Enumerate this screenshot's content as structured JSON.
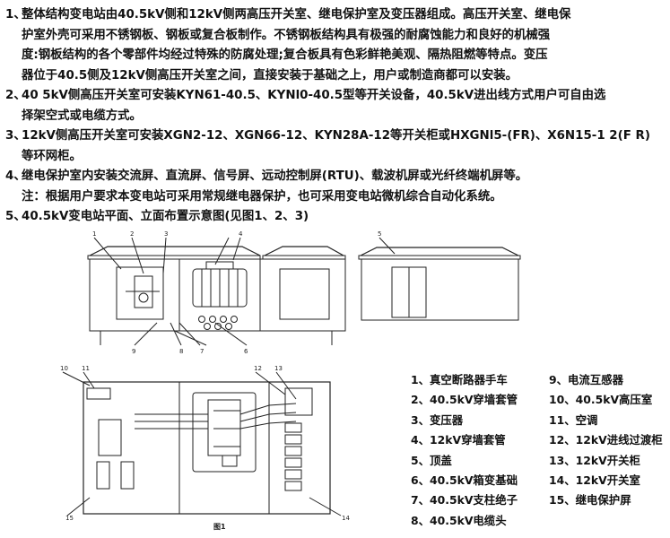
{
  "paragraphs": [
    {
      "num": "1、",
      "lines": [
        "整体结构变电站由40.5kV侧和12kV侧两高压开关室、继电保护室及变压器组成。高压开关室、继电保",
        "护室外壳可采用不锈钢板、钢板或复合板制作。不锈钢板结构具有极强的耐腐蚀能力和良好的机械强",
        "度:钢板结构的各个零部件均经过特殊的防腐处理;复合板具有色彩鲜艳美观、隔热阻燃等特点。变压",
        "器位于40.5侧及12kV侧高压开关室之间，直接安装于基础之上，用户或制造商都可以安装。"
      ]
    },
    {
      "num": "2、",
      "lines": [
        "40 5kV侧高压开关室可安装KYN61-40.5、KYNl0-40.5型等开关设备，40.5kV进出线方式用户可自由选",
        "择架空式或电缆方式。"
      ]
    },
    {
      "num": "3、",
      "lines": [
        "12kV侧高压开关室可安装XGN2-12、XGN66-12、KYN28A-12等开关柜或HXGNl5-(FR)、X6N15-1 2(F R)",
        "等环网柜。"
      ]
    },
    {
      "num": "4、",
      "lines": [
        "继电保护室内安装交流屏、直流屏、信号屏、远动控制屏(RTU)、载波机屏或光纤终端机屏等。",
        "注：根据用户要求本变电站可采用常规继电器保护，也可采用变电站微机综合自动化系统。"
      ]
    },
    {
      "num": "5、",
      "lines": [
        "40.5kV变电站平面、立面布置示意图(见图1、2、3)"
      ]
    }
  ],
  "figure": {
    "caption": "图1",
    "callouts": [
      "1",
      "2",
      "3",
      "4",
      "5",
      "6",
      "7",
      "8",
      "9",
      "10",
      "11",
      "12",
      "13",
      "14",
      "15"
    ]
  },
  "legend": {
    "left": [
      "1、真空断路器手车",
      "2、40.5kV穿墙套管",
      "3、变压器",
      "4、12kV穿墙套管",
      "5、顶盖",
      "6、40.5kV箱变基础",
      "7、40.5kV支柱绝子",
      "8、40.5kV电缆头"
    ],
    "right": [
      "9、电流互感器",
      "10、40.5kV高压室",
      "11、空调",
      "12、12kV进线过渡柜",
      "13、12kV开关柜",
      "14、12kV开关室",
      "15、继电保护屏"
    ]
  }
}
